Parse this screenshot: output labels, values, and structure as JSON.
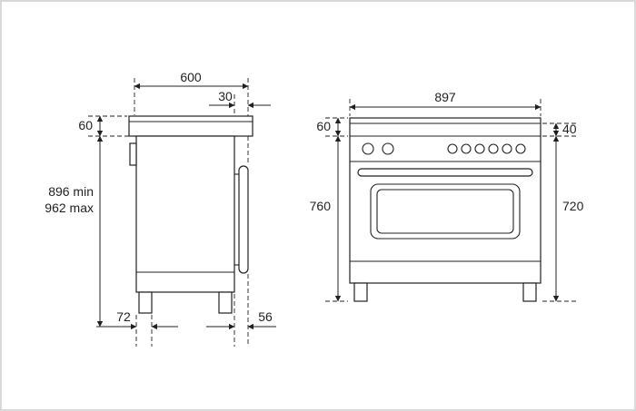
{
  "diagram": {
    "side_view": {
      "depth": "600",
      "top_front_offset": "30",
      "worktop_height": "60",
      "height_min": "896 min",
      "height_max": "962 max",
      "rear_foot_offset": "72",
      "handle_offset": "56"
    },
    "front_view": {
      "width": "897",
      "worktop_height": "60",
      "trim_height": "40",
      "front_height": "760",
      "side_height": "720"
    }
  },
  "colors": {
    "line": "#231f20",
    "background": "#ffffff",
    "frame": "#d8d8d8"
  }
}
